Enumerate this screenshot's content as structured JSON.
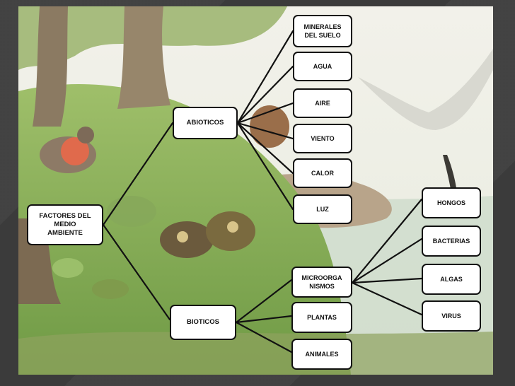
{
  "diagram": {
    "root": "FACTORES DEL\nMEDIO\nAMBIENTE",
    "abioticos": {
      "label": "ABIOTICOS",
      "children": [
        "MINERALES\nDEL SUELO",
        "AGUA",
        "AIRE",
        "VIENTO",
        "CALOR",
        "LUZ"
      ]
    },
    "bioticos": {
      "label": "BIOTICOS",
      "children": [
        "MICROORGA\nNISMOS",
        "PLANTAS",
        "ANIMALES"
      ]
    },
    "microorganismos": {
      "children": [
        "HONGOS",
        "BACTERIAS",
        "ALGAS",
        "VIRUS"
      ]
    }
  },
  "colors": {
    "box_border": "#111111",
    "connector": "#111111",
    "background": "#3b3b3b"
  }
}
